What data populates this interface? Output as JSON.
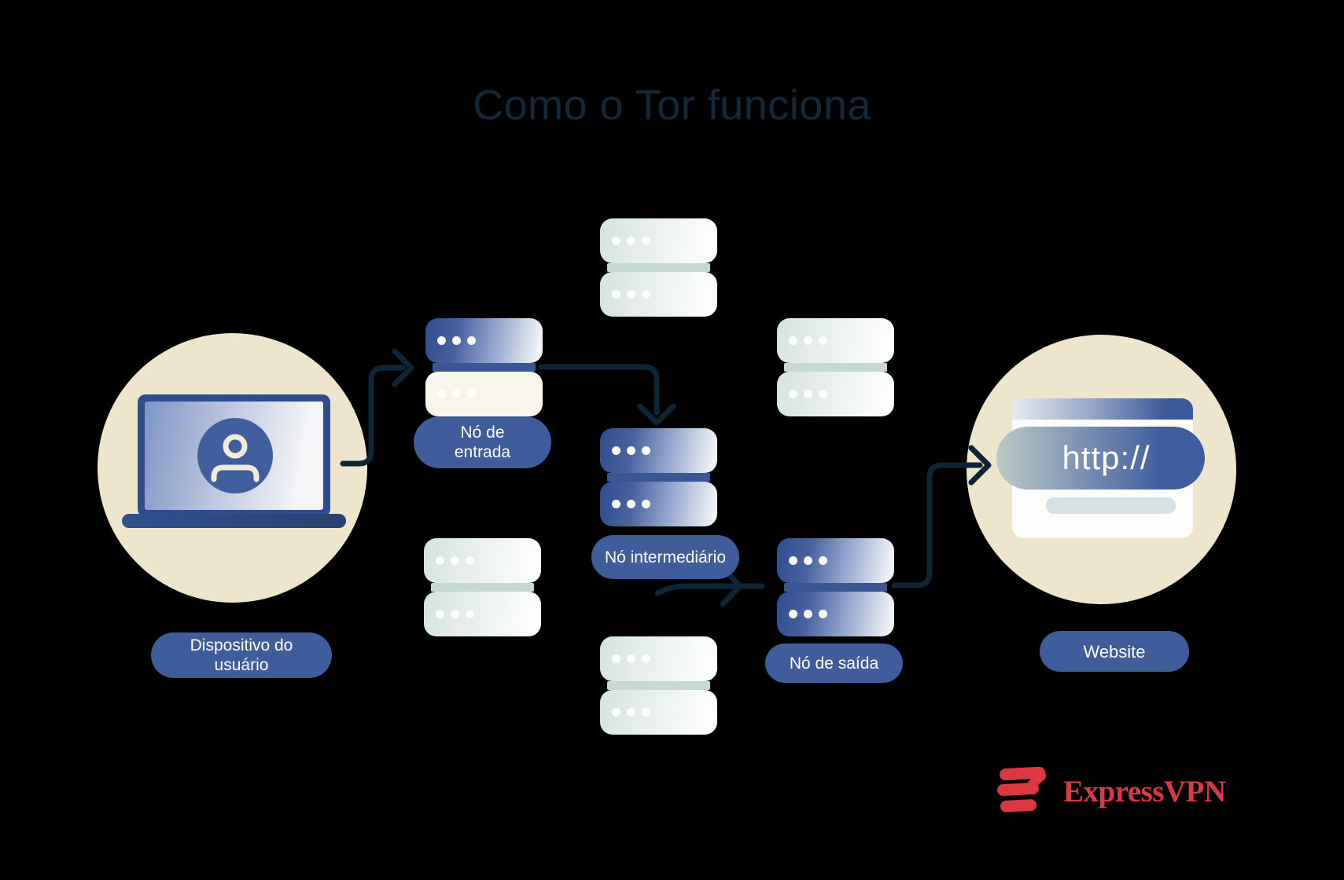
{
  "title": "Como o Tor funciona",
  "device": {
    "label_lines": [
      "Dispositivo do",
      "usuário"
    ]
  },
  "entry_node": {
    "label_lines": [
      "Nó de",
      "entrada"
    ]
  },
  "middle_node": {
    "label": "Nó intermediário"
  },
  "exit_node": {
    "label": "Nó de saída"
  },
  "website": {
    "url_text": "http://",
    "label": "Website"
  },
  "brand": {
    "wordmark": "ExpressVPN"
  },
  "colors": {
    "background": "#000000",
    "titleNavy": "#13293B",
    "arrowNavy": "#0D2535",
    "beige": "#EDE5CC",
    "pillBlue": "#3F5D9B",
    "serverBlueDeep": "#2E4D8E",
    "serverBlueDivider": "#3A5795",
    "serverBlueGradEnd": "#F0F3F7",
    "lightGradStart": "#D5E3E0",
    "lightGradEnd": "#FDFEFE",
    "lightDivider": "#C6D8D4",
    "creamUnit": "#F8F5EB",
    "laptopFrame": "#2E4D8E",
    "personCircleBlue": "#3F5F9E",
    "personIconCream": "#F2EDD8",
    "screenGradStart": "#7E95C4",
    "screenGradEnd": "#F4F5F7",
    "browserWhite": "#FCFCFA",
    "topbarGradEnd": "#3B5A99",
    "httpGradStart": "#BCC9C6",
    "httpGradEnd": "#3F5E9D",
    "addressBar": "#D5E1E4",
    "brandRed": "#DA3941",
    "labelText": "#FFFFFF"
  }
}
